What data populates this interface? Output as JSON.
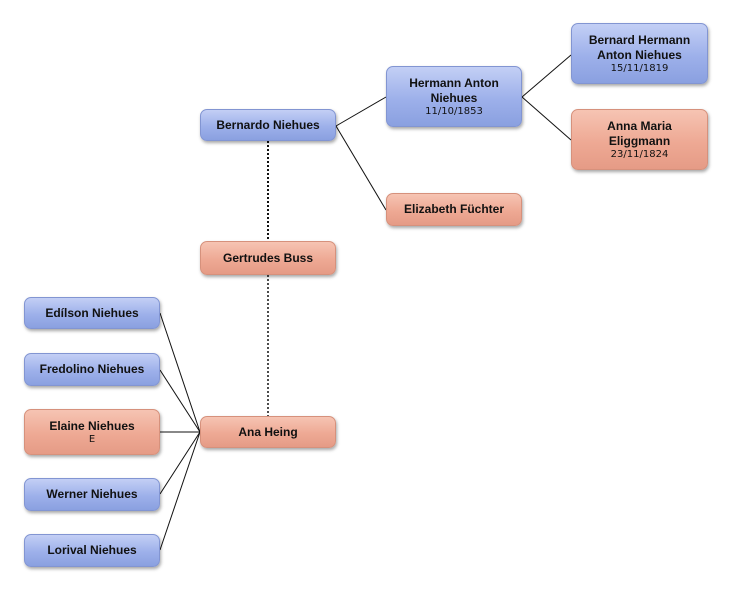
{
  "people": {
    "bernardo": {
      "name": "Bernardo Niehues",
      "sex": "male"
    },
    "gertrudes": {
      "name": "Gertrudes Buss",
      "sex": "female"
    },
    "ana_heing": {
      "name": "Ana Heing",
      "sex": "female"
    },
    "hermann_anton": {
      "name": "Hermann Anton Niehues",
      "date": "11/10/1853",
      "sex": "male"
    },
    "elizabeth": {
      "name": "Elizabeth Füchter",
      "sex": "female"
    },
    "bernard_hermann": {
      "name": "Bernard Hermann Anton Niehues",
      "date": "15/11/1819",
      "sex": "male"
    },
    "anna_maria": {
      "name": "Anna Maria Eliggmann",
      "date": "23/11/1824",
      "sex": "female"
    },
    "edilson": {
      "name": "Edílson Niehues",
      "sex": "male"
    },
    "fredolino": {
      "name": "Fredolino Niehues",
      "sex": "male"
    },
    "elaine": {
      "name": "Elaine Niehues",
      "date": "E",
      "sex": "female"
    },
    "werner": {
      "name": "Werner Niehues",
      "sex": "male"
    },
    "lorival": {
      "name": "Lorival Niehues",
      "sex": "male"
    }
  },
  "colors": {
    "male": "#9db0ea",
    "female": "#eea994",
    "line": "#111111"
  }
}
